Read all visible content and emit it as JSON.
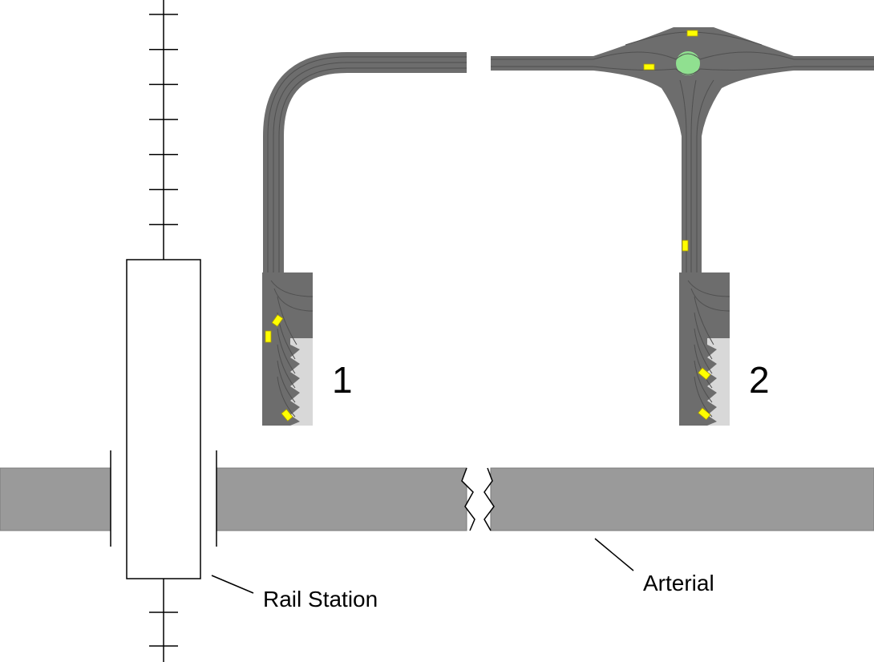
{
  "labels": {
    "rail_station": "Rail Station",
    "arterial": "Arterial",
    "site_1": "1",
    "site_2": "2"
  },
  "colors": {
    "road": "#6d6d6d",
    "arterial": "#9a9a9a",
    "vehicle": "#ffff00",
    "roundabout_island": "#90e090",
    "platform": "#d8d8d8"
  }
}
